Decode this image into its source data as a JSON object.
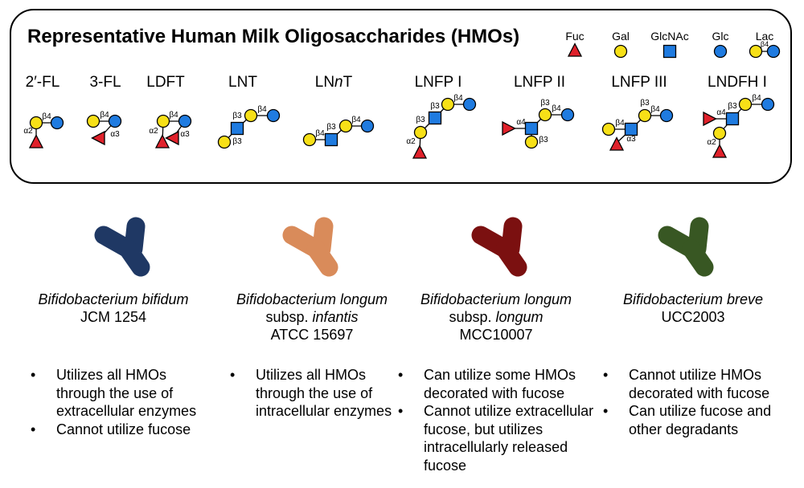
{
  "title": "Representative Human Milk Oligosaccharides (HMOs)",
  "legend": [
    {
      "label": "Fuc",
      "icon": "red-triangle-icon"
    },
    {
      "label": "Gal",
      "icon": "yellow-circle-icon"
    },
    {
      "label": "GlcNAc",
      "icon": "blue-square-icon"
    },
    {
      "label": "Glc",
      "icon": "blue-circle-icon"
    },
    {
      "label": "Lac",
      "icon": "lactose-icon",
      "linkage": "β4"
    }
  ],
  "hmos": [
    {
      "name": "2′-FL"
    },
    {
      "name": "3-FL"
    },
    {
      "name": "LDFT"
    },
    {
      "name": "LNT"
    },
    {
      "name_pre": "LN",
      "name_italic": "n",
      "name_post": "T"
    },
    {
      "name": "LNFP I"
    },
    {
      "name": "LNFP II"
    },
    {
      "name": "LNFP III"
    },
    {
      "name": "LNDFH I"
    }
  ],
  "linkages": {
    "b4": "β4",
    "b3": "β3",
    "a2": "α2",
    "a3": "α3",
    "a4": "α4"
  },
  "colors": {
    "fuc": "#e0212b",
    "gal": "#f7e017",
    "glcnac": "#1f7be0",
    "glc": "#1f7be0",
    "bifidum": "#1f3864",
    "infantis": "#d98b5a",
    "longum": "#7b1010",
    "breve": "#385723"
  },
  "bacteria": [
    {
      "species": "Bifidobacterium bifidum",
      "strain": "JCM 1254",
      "bullets": [
        "Utilizes all HMOs through the use of extracellular enzymes",
        "Cannot utilize fucose"
      ]
    },
    {
      "species": "Bifidobacterium longum",
      "subsp_prefix": "subsp. ",
      "subsp_name": "infantis",
      "strain": "ATCC 15697",
      "bullets": [
        "Utilizes all HMOs through the use of intracellular enzymes"
      ]
    },
    {
      "species": "Bifidobacterium longum",
      "subsp_prefix": "subsp. ",
      "subsp_name": "longum",
      "strain": "MCC10007",
      "bullets": [
        "Can utilize some HMOs decorated with fucose",
        "Cannot utilize extracellular fucose, but utilizes intracellularly released fucose"
      ]
    },
    {
      "species": "Bifidobacterium breve",
      "strain": "UCC2003",
      "bullets": [
        "Cannot utilize HMOs decorated with fucose",
        "Can utilize fucose and other degradants"
      ]
    }
  ]
}
